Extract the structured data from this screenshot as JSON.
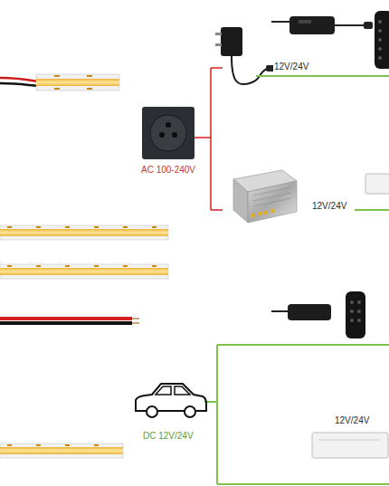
{
  "diagram": {
    "nodes": [
      {
        "text": [
          "AC 100-240V"
        ]
      },
      {
        "text": [
          "DC 12V/24V"
        ]
      }
    ],
    "labels": [
      "12V/24V",
      "12V/24V",
      "12V/24V"
    ]
  }
}
